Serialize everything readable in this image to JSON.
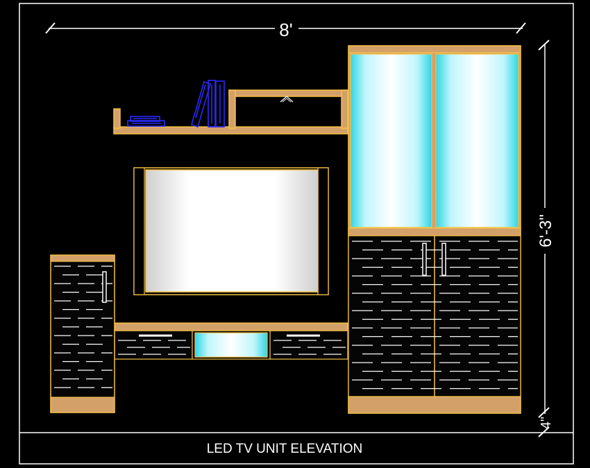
{
  "drawing": {
    "title": "LED TV UNIT ELEVATION",
    "dimensions": {
      "width_label": "8'",
      "height_label": "6'-3\"",
      "base_label": "4\""
    }
  },
  "colors": {
    "background": "#000000",
    "frame": "#ffffff",
    "wood": "#d4a06a",
    "wood_edge": "#f5c242",
    "glass": "#e8fbff",
    "glass_edge_glow": "#33e6ee",
    "screen": "#ffffff",
    "stone": "#0a0a0a",
    "books": "#2222ff"
  },
  "icons": {
    "handles": "bar-handle-icon",
    "books": "books-icon",
    "decor": "chevron-up-icon"
  }
}
